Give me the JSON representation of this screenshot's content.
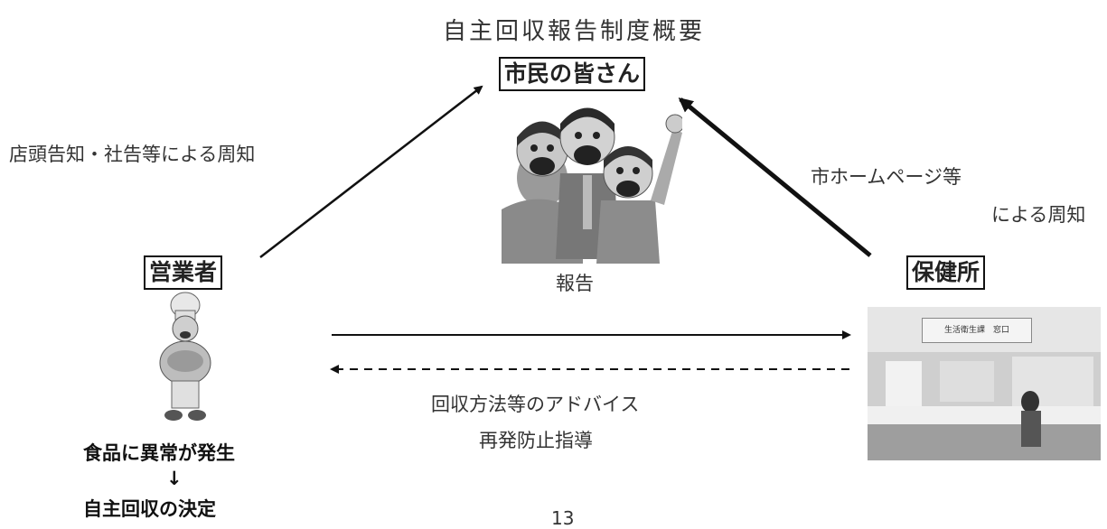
{
  "title": "自主回収報告制度概要",
  "nodes": {
    "citizens": "市民の皆さん",
    "operator": "営業者",
    "health_center": "保健所"
  },
  "labels": {
    "operator_to_citizens": "店頭告知・社告等による周知",
    "center_to_citizens_line1": "市ホームページ等",
    "center_to_citizens_line2": "による周知",
    "report": "報告",
    "advice_line1": "回収方法等のアドバイス",
    "advice_line2": "再発防止指導",
    "event_line1": "食品に異常が発生",
    "event_arrow": "↓",
    "event_line2": "自主回収の決定",
    "page_number": "13"
  },
  "photo_sign": "生活衛生課　窓口"
}
